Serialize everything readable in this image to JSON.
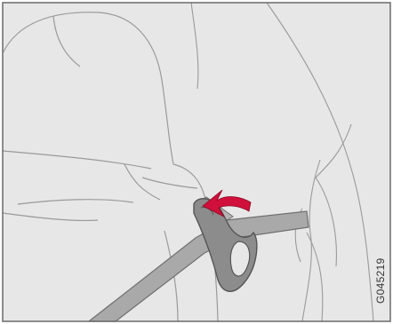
{
  "figure": {
    "code": "G045219"
  },
  "colors": {
    "background": "#e7e7e7",
    "line": "#9a9a9a",
    "belt": "#a9a9a9",
    "belt_edge": "#6f6f6f",
    "guide": "#8c8c8c",
    "guide_dark": "#555555",
    "arrow": "#d0103a",
    "frame": "#6a6a6a"
  },
  "icons": [
    "seat-headrest",
    "seat-back",
    "seat-belt",
    "belt-guide-clip",
    "curved-arrow"
  ]
}
